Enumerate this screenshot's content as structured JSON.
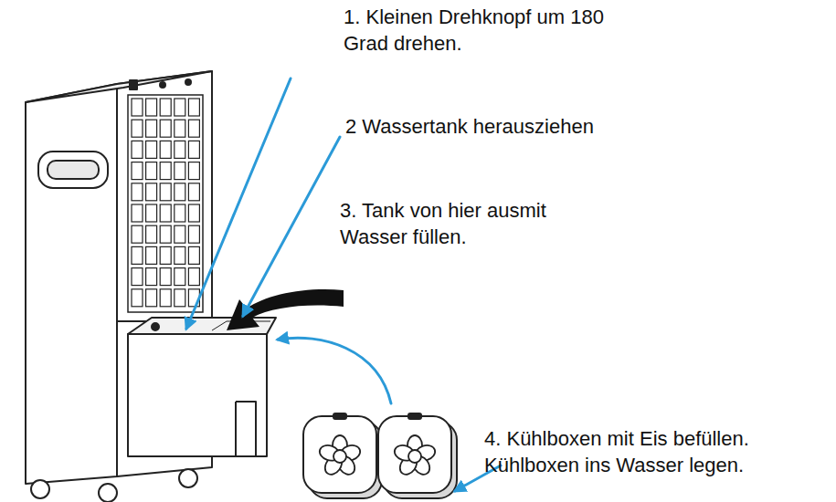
{
  "diagram": {
    "labels": [
      "1. Kleinen Drehknopf um 180 Grad drehen.",
      "2 Wassertank herausziehen",
      "3. Tank von hier ausmit Wasser füllen.",
      "4. Kühlboxen mit Eis befüllen. Kühlboxen ins Wasser legen."
    ]
  }
}
